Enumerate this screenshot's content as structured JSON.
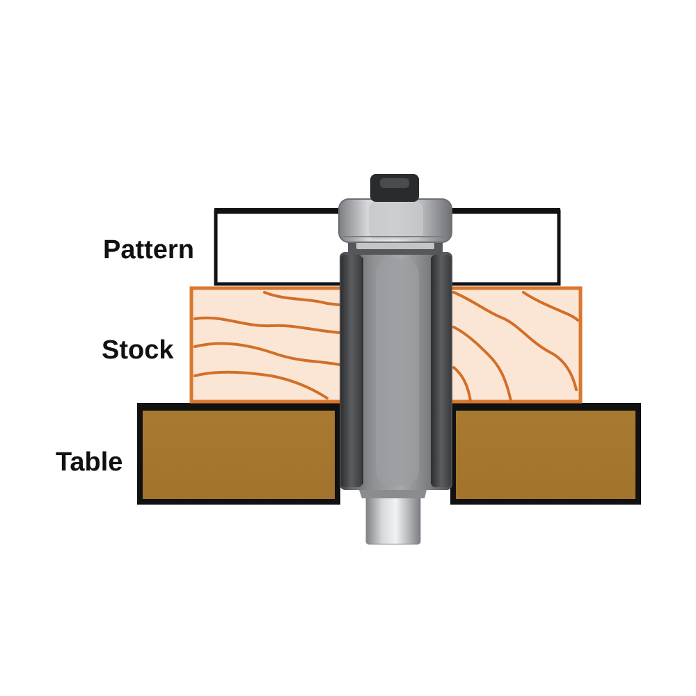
{
  "labels": {
    "pattern": "Pattern",
    "stock": "Stock",
    "table": "Table"
  },
  "colors": {
    "background": "#ffffff",
    "pattern_fill": "#ffffff",
    "pattern_outline": "#111111",
    "stock_fill": "#fbe6d6",
    "stock_outline": "#d9772e",
    "wood_grain": "#d26f28",
    "table_fill": "#a87830",
    "table_outline": "#111111",
    "bit_steel": "#8a8c90",
    "bit_steel_dark": "#4f5154",
    "bit_steel_light": "#c9cbce",
    "bearing_steel": "#b5b7ba",
    "set_screw": "#2a2b2d",
    "label_text": "#111111"
  },
  "icons": {
    "router_bit": "flush-trim-router-bit-icon",
    "bearing": "guide-bearing-icon"
  }
}
